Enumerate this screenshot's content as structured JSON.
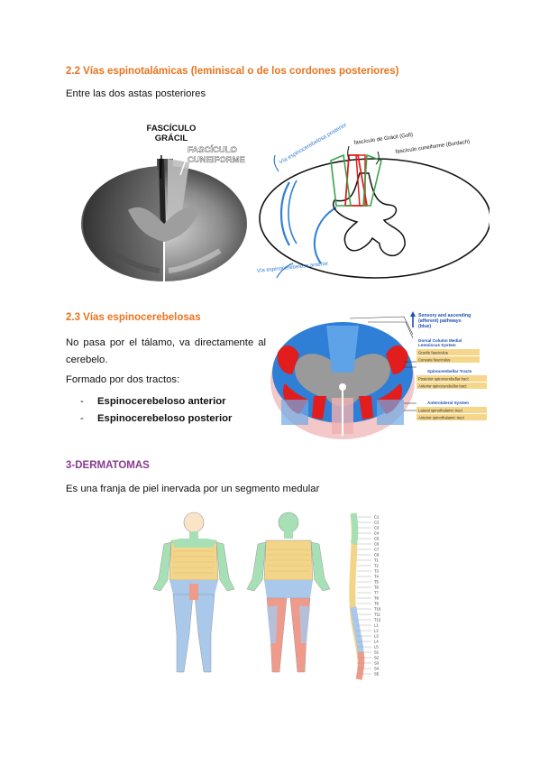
{
  "section_22": {
    "heading": "2.2 Vías espinotalámicas (leminiscal o de los cordones posteriores)",
    "intro": "Entre las dos astas posteriores",
    "photo_label_gracil": "FASCÍCULO GRÁCIL",
    "photo_label_gracil_line1": "FASCÍCULO",
    "photo_label_gracil_line2": "GRÁCIL",
    "photo_label_cuneiforme_line1": "FASCÍCULO",
    "photo_label_cuneiforme_line2": "CUNEIFORME",
    "sketch_label_spinocerebelosa_posterior": "Vía espinocerebelosa posterior",
    "sketch_label_gracil": "fascículo de Grácil (Goll)",
    "sketch_label_cuneiforme": "fascículo cuneiforme (Burdach)",
    "sketch_label_anterior": "Vía espinocerebelosa anterior"
  },
  "section_23": {
    "heading": "2.3 Vías espinocerebelosas",
    "para1": "No pasa por el tálamo, va directamente al cerebelo.",
    "para2": "Formado por dos tractos:",
    "tracts": [
      "Espinocerebeloso anterior",
      "Espinocerebeloso posterior"
    ],
    "legend": {
      "title": "Sensory and ascending (afferent) pathways (blue)",
      "title_line1": "Sensory and ascending",
      "title_line2": "(afferent) pathways",
      "title_line3": "(blue)",
      "group1_title": "Dorsal Column Medial Lemniscus System",
      "group1_line1": "Dorsal Column Medial",
      "group1_line2": "Lemniscus System",
      "group1_items": [
        "Gracile fasciculus",
        "Cuneate fasciculus"
      ],
      "group2_title": "Spinocerebellar Tracts",
      "group2_items": [
        "Posterior spinocerebellar tract",
        "Anterior spinocerebellar tract"
      ],
      "group3_title": "Anterolateral System",
      "group3_items": [
        "Lateral spinothalamic tract",
        "Anterior spinothalamic tract"
      ]
    }
  },
  "section_3": {
    "heading": "3-DERMATOMAS",
    "para": "Es una franja de piel inervada por un segmento medular",
    "spine_labels": [
      "C1",
      "C2",
      "C3",
      "C4",
      "C5",
      "C6",
      "C7",
      "C8",
      "T1",
      "T2",
      "T3",
      "T4",
      "T5",
      "T6",
      "T7",
      "T8",
      "T9",
      "T10",
      "T11",
      "T12",
      "L1",
      "L2",
      "L3",
      "L4",
      "L5",
      "S1",
      "S2",
      "S3",
      "S4",
      "S5"
    ]
  },
  "colors": {
    "orange_heading": "#e8741f",
    "purple_heading": "#8a3a91",
    "cervical": "#a6e0b4",
    "thoracic": "#f3d58a",
    "lumbar": "#a9c8ea",
    "sacral": "#ef9a8a",
    "tract_blue": "#2f7fd6",
    "tract_red": "#e11d1d"
  }
}
